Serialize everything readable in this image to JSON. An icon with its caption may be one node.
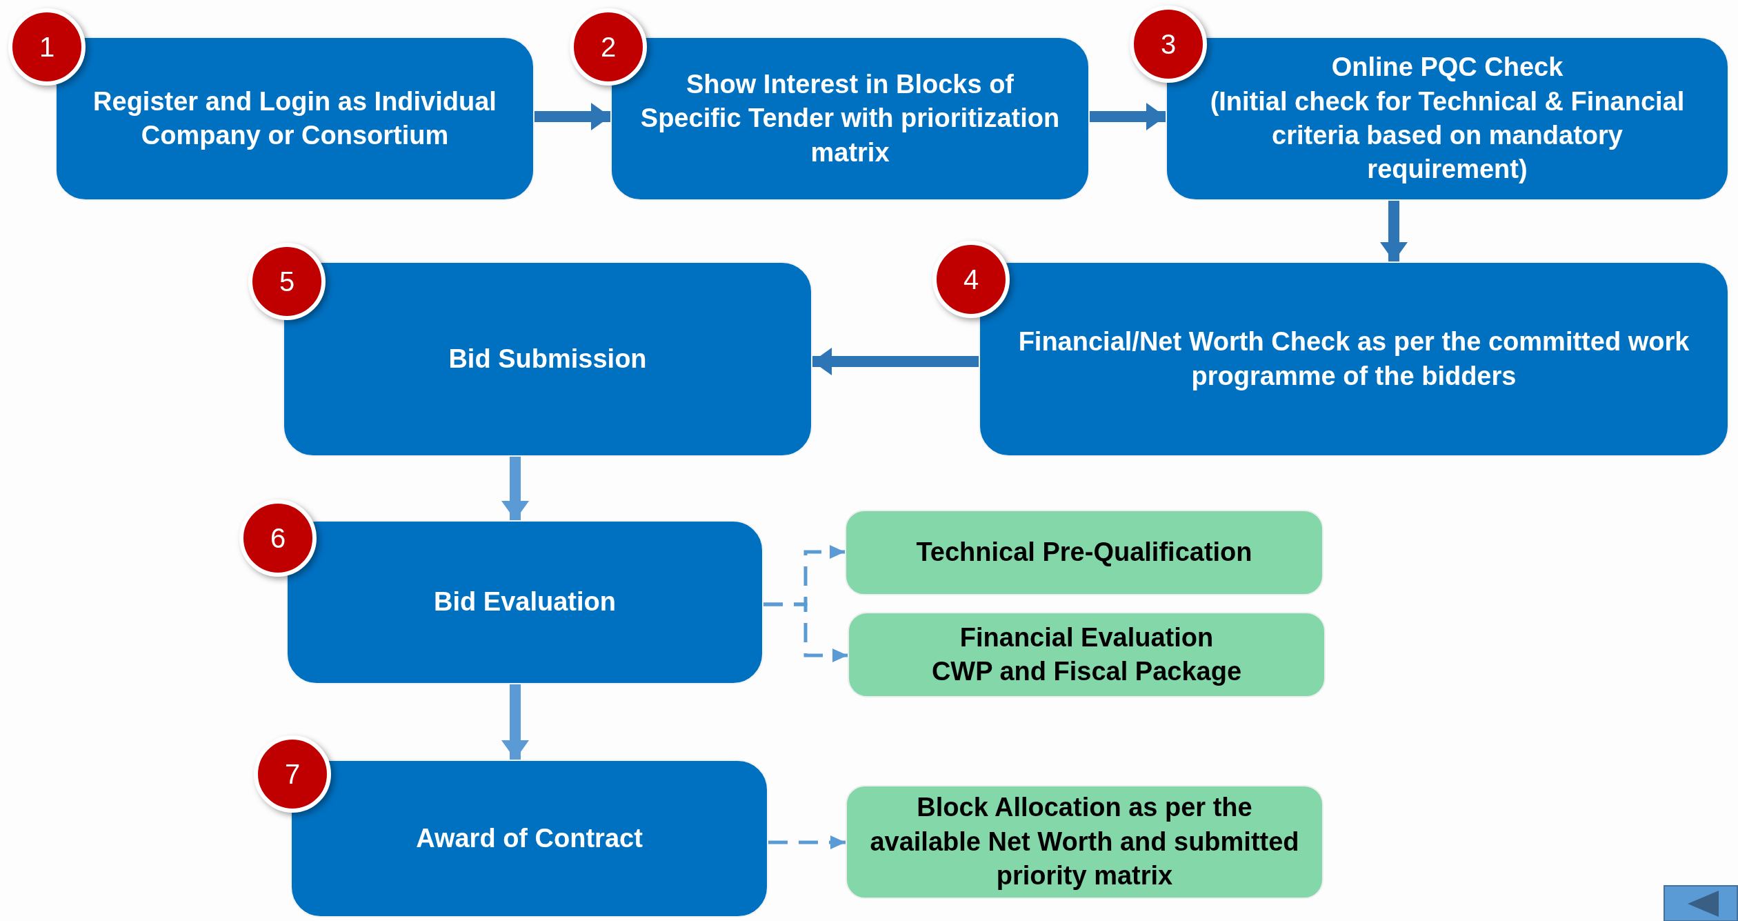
{
  "diagram": {
    "nodes": [
      {
        "text": [
          "Register and Login as Individual Company or Consortium"
        ]
      },
      {
        "text": [
          "Show Interest in Blocks of Specific Tender with prioritization matrix"
        ]
      },
      {
        "text": [
          "Online PQC Check",
          "(Initial check for Technical & Financial criteria based on mandatory requirement)"
        ]
      },
      {
        "text": [
          "Financial/Net Worth Check as per the committed work programme of the bidders"
        ]
      },
      {
        "text": [
          "Bid Submission"
        ]
      },
      {
        "text": [
          "Bid Evaluation"
        ]
      },
      {
        "text": [
          "Award of Contract"
        ]
      },
      {
        "text": [
          "1"
        ]
      },
      {
        "text": [
          "2"
        ]
      },
      {
        "text": [
          "3"
        ]
      },
      {
        "text": [
          "4"
        ]
      },
      {
        "text": [
          "5"
        ]
      },
      {
        "text": [
          "6"
        ]
      },
      {
        "text": [
          "7"
        ]
      },
      {
        "text": [
          "Technical Pre-Qualification"
        ]
      },
      {
        "text": [
          "Financial Evaluation",
          "CWP and Fiscal Package"
        ]
      },
      {
        "text": [
          "Block Allocation as per the available Net Worth and submitted priority matrix"
        ]
      }
    ],
    "edges": [
      {
        "from": 0,
        "to": 1,
        "arrow": "to",
        "color": "#2e75b6"
      },
      {
        "from": 1,
        "to": 2,
        "arrow": "to",
        "color": "#2e75b6"
      },
      {
        "from": 2,
        "to": 3,
        "arrow": "to",
        "color": "#2e75b6"
      },
      {
        "from": 3,
        "to": 4,
        "arrow": "to",
        "color": "#2e75b6"
      },
      {
        "from": 4,
        "to": 5,
        "arrow": "to"
      },
      {
        "from": 5,
        "to": 6,
        "arrow": "to"
      },
      {
        "from": 5,
        "to": 14,
        "arrow": "to",
        "style": "dashed"
      },
      {
        "from": 5,
        "to": 15,
        "arrow": "to",
        "style": "dashed"
      },
      {
        "from": 6,
        "to": 16,
        "arrow": "to",
        "style": "dashed"
      }
    ]
  }
}
